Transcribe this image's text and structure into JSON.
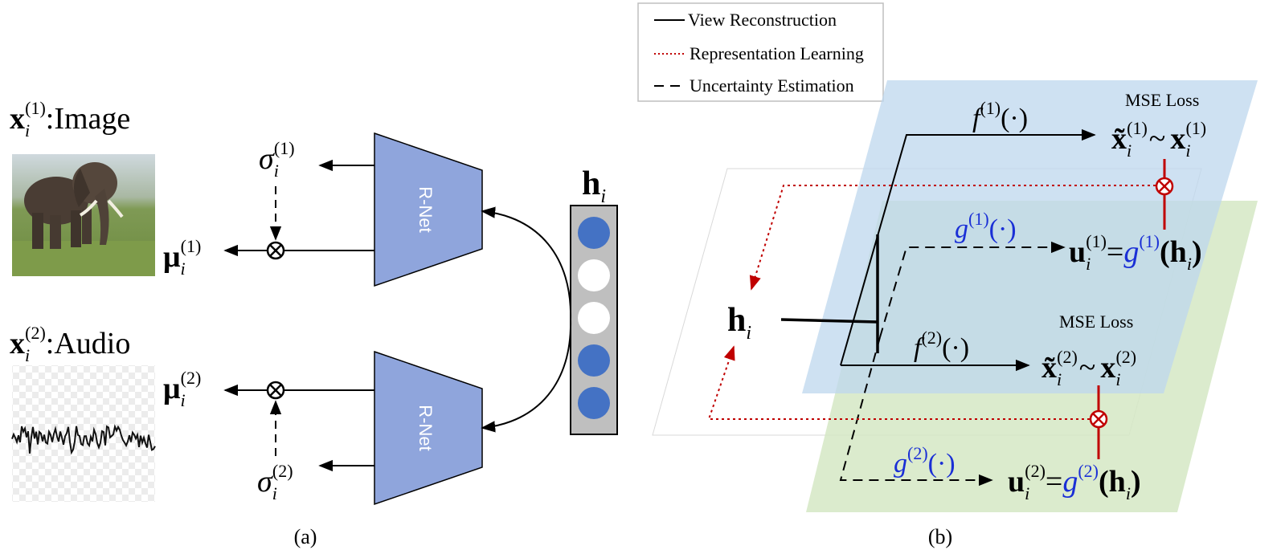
{
  "panel_a": {
    "caption": "(a)",
    "image_label": {
      "var": "x",
      "sub": "i",
      "sup": "(1)",
      "name": ":Image"
    },
    "audio_label": {
      "var": "x",
      "sub": "i",
      "sup": "(2)",
      "name": ":Audio"
    },
    "rnet_top": "R-Net",
    "rnet_bottom": "R-Net",
    "sigma1": {
      "sym": "σ",
      "sub": "i",
      "sup": "(1)"
    },
    "mu1": {
      "sym": "μ",
      "sub": "i",
      "sup": "(1)"
    },
    "mu2": {
      "sym": "μ",
      "sub": "i",
      "sup": "(2)"
    },
    "sigma2": {
      "sym": "σ",
      "sub": "i",
      "sup": "(2)"
    },
    "h": {
      "sym": "h",
      "sub": "i"
    },
    "latent_units": [
      "filled",
      "empty",
      "empty",
      "filled",
      "filled"
    ]
  },
  "panel_b": {
    "caption": "(b)",
    "legend": {
      "solid": "View Reconstruction",
      "dotted": "Representation Learning",
      "dashed": "Uncertainty Estimation"
    },
    "mse_top": "MSE Loss",
    "mse_bottom": "MSE Loss",
    "f1": {
      "f": "f",
      "sup": "(1)",
      "arg": "(·)"
    },
    "f2": {
      "f": "f",
      "sup": "(2)",
      "arg": "(·)"
    },
    "g1": {
      "g": "g",
      "sup": "(1)",
      "arg": "(·)"
    },
    "g2": {
      "g": "g",
      "sup": "(2)",
      "arg": "(·)"
    },
    "rec1": {
      "lhs": "x̃",
      "sub": "i",
      "sup": "(1)",
      "sim": "~",
      "rhs": "x",
      "rsub": "i",
      "rsup": "(1)"
    },
    "rec2": {
      "lhs": "x̃",
      "sub": "i",
      "sup": "(2)",
      "sim": "~",
      "rhs": "x",
      "rsub": "i",
      "rsup": "(2)"
    },
    "u1": {
      "u": "u",
      "sub": "i",
      "sup": "(1)",
      "eq": "=",
      "g": "g",
      "gsup": "(1)",
      "arg_open": "(",
      "h": "h",
      "hsub": "i",
      "arg_close": ")"
    },
    "u2": {
      "u": "u",
      "sub": "i",
      "sup": "(2)",
      "eq": "=",
      "g": "g",
      "gsup": "(2)",
      "arg_open": "(",
      "h": "h",
      "hsub": "i",
      "arg_close": ")"
    },
    "h": {
      "sym": "h",
      "sub": "i"
    }
  },
  "colors": {
    "rnet_fill": "#8fa5dc",
    "latent_filled": "#4472c4",
    "latent_bg": "#bfbfbf",
    "plane_blue": "#bdd7ee",
    "plane_green": "#d5e8c4",
    "loss_red": "#c00000",
    "g_blue": "#1a2fd6"
  },
  "icons": {
    "multiply": "circled-times-icon",
    "elephant": "elephant-photo",
    "waveform": "audio-waveform"
  }
}
